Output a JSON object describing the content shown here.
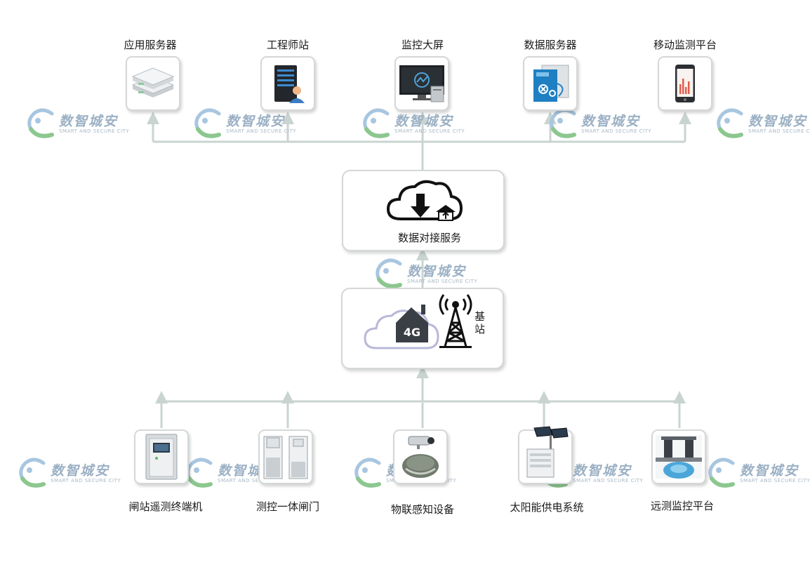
{
  "top_nodes": [
    {
      "label": "应用服务器",
      "icon": "rack-server-icon"
    },
    {
      "label": "工程师站",
      "icon": "engineer-workstation-icon"
    },
    {
      "label": "监控大屏",
      "icon": "monitor-screen-icon"
    },
    {
      "label": "数据服务器",
      "icon": "data-server-icon"
    },
    {
      "label": "移动监测平台",
      "icon": "mobile-phone-icon"
    }
  ],
  "hub_service": {
    "label": "数据对接服务",
    "icon": "cloud-transfer-icon"
  },
  "hub_network": {
    "label_line1": "基",
    "label_line2": "站",
    "badge": "4G",
    "icon": "cell-tower-icon"
  },
  "bottom_nodes": [
    {
      "label": "闸站遥测终端机",
      "icon": "control-cabinet-icon"
    },
    {
      "label": "测控一体闸门",
      "icon": "integrated-gate-icon"
    },
    {
      "label": "物联感知设备",
      "icon": "camera-sensor-icon"
    },
    {
      "label": "太阳能供电系统",
      "icon": "solar-power-icon"
    },
    {
      "label": "远测监控平台",
      "icon": "sluice-gate-icon"
    }
  ],
  "watermark": {
    "title": "数智城安",
    "subtitle": "SMART AND SECURE CITY"
  },
  "colors": {
    "line": "#c9d4d1",
    "border": "#d4d8d7",
    "screen_blue": "#1e7fc3",
    "accent_green": "#5cb85c",
    "cloud_purple": "#b9b8d8"
  }
}
